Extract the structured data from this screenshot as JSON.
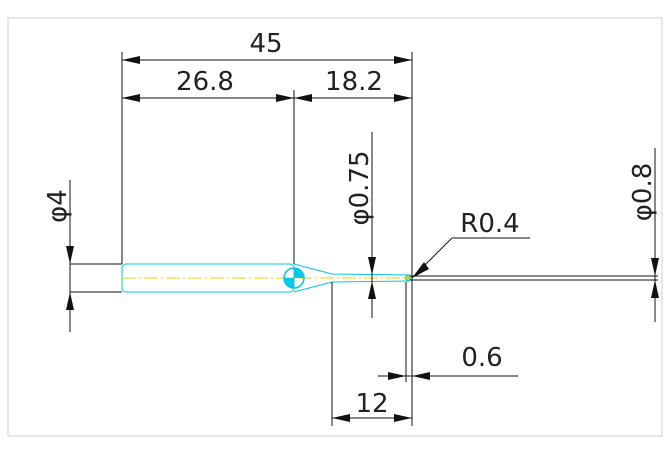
{
  "drawing": {
    "dimensions": {
      "overall_length": "45",
      "shank_length": "26.8",
      "neck_section_length": "18.2",
      "shank_diameter": "φ4",
      "neck_diameter": "φ0.75",
      "tip_diameter": "φ0.8",
      "tip_radius": "R0.4",
      "end_offset": "0.6",
      "neck_length": "12"
    },
    "colors": {
      "outline": "#00c8e6",
      "centerline": "#e8d800",
      "dimension": "#111111",
      "background": "#ffffff",
      "border": "#cfcfcf"
    }
  }
}
